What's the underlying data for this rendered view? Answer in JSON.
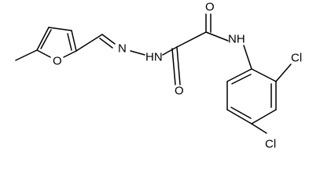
{
  "structure": {
    "atoms": {
      "amide_o": "O",
      "hydrazide_o": "O",
      "amide_nh": "NH",
      "hydrazide_nh": "HN",
      "imine_n": "N",
      "furan_o": "O",
      "cl_ortho": "Cl",
      "cl_para": "Cl"
    }
  }
}
